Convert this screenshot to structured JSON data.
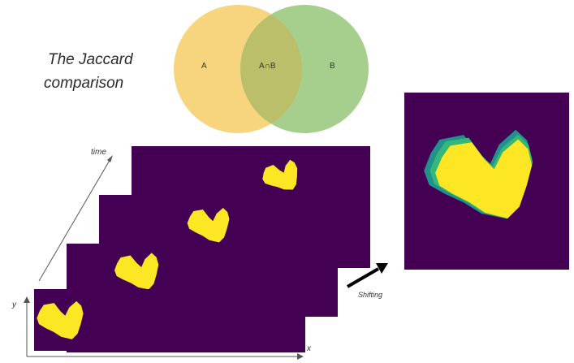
{
  "title": {
    "line1": "The Jaccard",
    "line2": "comparison"
  },
  "venn": {
    "a_label": "A",
    "intersection_label": "A∩B",
    "b_label": "B",
    "a_color": "#f7d57e",
    "b_color": "#a6cf8e",
    "intersection_color": "#bcbf6a"
  },
  "axes": {
    "time_label": "time",
    "x_label": "x",
    "y_label": "y"
  },
  "shifting_label": "Shifting",
  "colors": {
    "frame_background": "#440154",
    "shape_fill": "#fde725",
    "overlap_edge_teal": "#21918c",
    "overlap_edge_green": "#35b779"
  }
}
